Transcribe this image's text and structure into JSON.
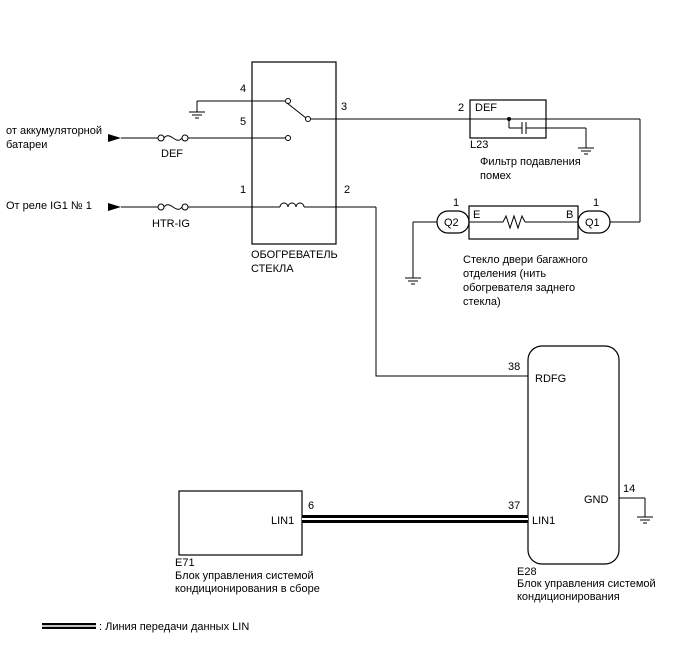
{
  "inputs": {
    "battery_line1": "от аккумуляторной",
    "battery_line2": "батареи",
    "ig1": "От реле IG1 № 1"
  },
  "fuses": {
    "def": "DEF",
    "htr_ig": "HTR-IG"
  },
  "switch": {
    "pins": [
      "4",
      "5",
      "3",
      "1",
      "2"
    ],
    "label_line1": "ОБОГРЕВАТЕЛЬ",
    "label_line2": "СТЕКЛА"
  },
  "filter": {
    "pin": "2",
    "name": "DEF",
    "code": "L23",
    "label_line1": "Фильтр подавления",
    "label_line2": "помех"
  },
  "glass": {
    "pin_left": "1",
    "pin_right": "1",
    "q_left": "Q2",
    "q_right": "Q1",
    "term_e": "E",
    "term_b": "B",
    "label_line1": "Стекло двери багажного",
    "label_line2": "отделения (нить",
    "label_line3": "обогревателя заднего",
    "label_line4": "стекла)"
  },
  "ecu_e28": {
    "pin_rdfg": "38",
    "rdfg": "RDFG",
    "pin_lin": "37",
    "lin": "LIN1",
    "pin_gnd": "14",
    "gnd": "GND",
    "code": "E28",
    "label_line1": "Блок управления системой",
    "label_line2": "кондиционирования"
  },
  "ecu_e71": {
    "pin_lin": "6",
    "lin": "LIN1",
    "code": "E71",
    "label_line1": "Блок управления системой",
    "label_line2": "кондиционирования в сборе"
  },
  "legend": {
    "text": ": Линия передачи данных LIN"
  }
}
